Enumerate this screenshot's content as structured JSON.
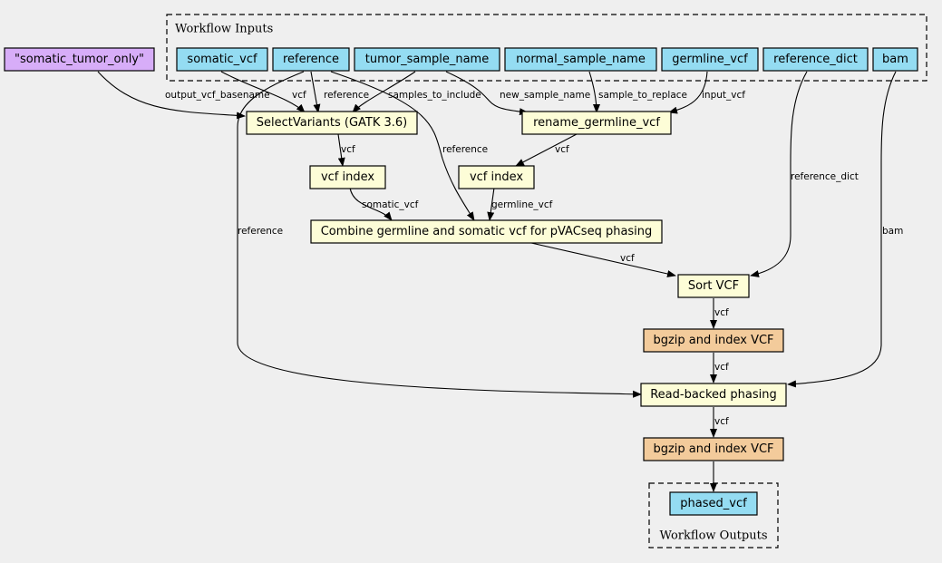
{
  "colors": {
    "input": "#94dcf2",
    "literal": "#d7adf8",
    "step": "#fdfdd7",
    "bgzip": "#f3cb9b",
    "output": "#94dcf2"
  },
  "clusters": {
    "inputs": "Workflow Inputs",
    "outputs": "Workflow Outputs"
  },
  "nodes": {
    "literal": "\"somatic_tumor_only\"",
    "somatic_vcf": "somatic_vcf",
    "reference": "reference",
    "tumor_sample_name": "tumor_sample_name",
    "normal_sample_name": "normal_sample_name",
    "germline_vcf": "germline_vcf",
    "reference_dict": "reference_dict",
    "bam": "bam",
    "select_variants": "SelectVariants (GATK 3.6)",
    "rename_germline": "rename_germline_vcf",
    "vcf_index_1": "vcf index",
    "vcf_index_2": "vcf index",
    "combine": "Combine germline and somatic vcf for pVACseq phasing",
    "sort_vcf": "Sort VCF",
    "bgzip_1": "bgzip and index VCF",
    "read_backed": "Read-backed phasing",
    "bgzip_2": "bgzip and index VCF",
    "phased_vcf": "phased_vcf"
  },
  "edge_labels": {
    "output_vcf_basename": "output_vcf_basename",
    "vcf_1": "vcf",
    "reference_1": "reference",
    "samples_to_include": "samples_to_include",
    "new_sample_name": "new_sample_name",
    "sample_to_replace": "sample_to_replace",
    "input_vcf": "input_vcf",
    "vcf_2": "vcf",
    "vcf_3": "vcf",
    "reference_2": "reference",
    "somatic_vcf": "somatic_vcf",
    "germline_vcf": "germline_vcf",
    "reference_3": "reference",
    "reference_dict": "reference_dict",
    "bam": "bam",
    "vcf_4": "vcf",
    "vcf_5": "vcf",
    "vcf_6": "vcf",
    "vcf_7": "vcf"
  }
}
